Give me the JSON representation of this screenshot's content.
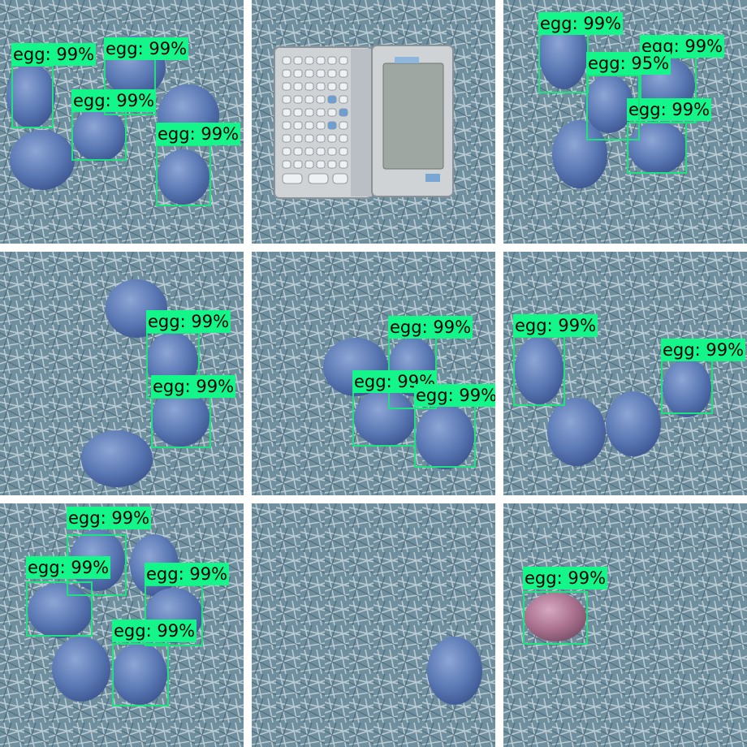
{
  "detection_label": "egg",
  "colors": {
    "box": "#1de27f",
    "label_bg": "#14f58a",
    "egg_blue": "#5a7ab8",
    "egg_pink": "#b07a98",
    "nest": "#6e8d9c"
  },
  "tiles": [
    {
      "id": "tile-1",
      "detections": [
        {
          "score": "99%"
        },
        {
          "score": "99%"
        },
        {
          "score": "99%"
        },
        {
          "score": "99%"
        }
      ]
    },
    {
      "id": "tile-2",
      "detections": [],
      "object": "electronic-dictionary"
    },
    {
      "id": "tile-3",
      "detections": [
        {
          "score": "99%"
        },
        {
          "score": "95%"
        },
        {
          "score": "99%"
        },
        {
          "score": "99%"
        }
      ]
    },
    {
      "id": "tile-4",
      "detections": [
        {
          "score": "99%"
        },
        {
          "score": "99%"
        }
      ]
    },
    {
      "id": "tile-5",
      "detections": [
        {
          "score": "99%"
        },
        {
          "score": "99%"
        },
        {
          "score": "99%"
        }
      ]
    },
    {
      "id": "tile-6",
      "detections": [
        {
          "score": "99%"
        },
        {
          "score": "99%"
        }
      ]
    },
    {
      "id": "tile-7",
      "detections": [
        {
          "score": "99%"
        },
        {
          "score": "99%"
        },
        {
          "score": "99%"
        },
        {
          "score": "99%"
        }
      ]
    },
    {
      "id": "tile-8",
      "detections": []
    },
    {
      "id": "tile-9",
      "detections": [
        {
          "score": "99%"
        }
      ]
    }
  ]
}
